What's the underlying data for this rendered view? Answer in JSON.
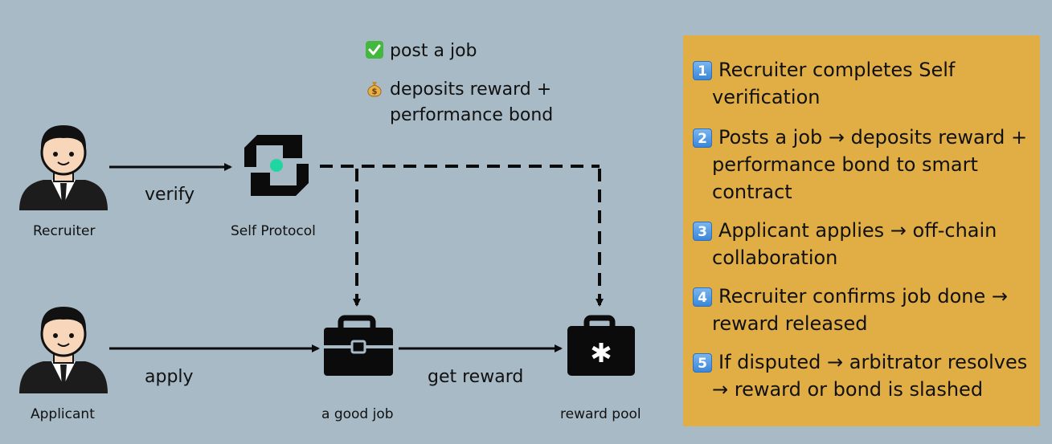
{
  "colors": {
    "background": "#a7bac6",
    "panel": "#e0ae45",
    "accent": "#1fd6a0",
    "ink": "#0b0b0b"
  },
  "nodes": {
    "recruiter": "Recruiter",
    "applicant": "Applicant",
    "self_protocol": "Self Protocol",
    "good_job": "a good job",
    "reward_pool": "reward pool"
  },
  "edges": {
    "verify": "verify",
    "apply": "apply",
    "get_reward": "get reward"
  },
  "notes": {
    "post_job": "post a job",
    "deposit_line1": "deposits reward +",
    "deposit_line2": "performance bond",
    "post_job_icon": "check-mark-icon",
    "deposit_icon": "money-bag-icon"
  },
  "steps": [
    {
      "num": "1",
      "line1": "Recruiter completes Self",
      "line2": "verification",
      "line3": ""
    },
    {
      "num": "2",
      "line1": "Posts a job → deposits reward +",
      "line2": "performance bond to smart",
      "line3": "contract"
    },
    {
      "num": "3",
      "line1": "Applicant applies → off-chain",
      "line2": "collaboration",
      "line3": ""
    },
    {
      "num": "4",
      "line1": "Recruiter confirms job done →",
      "line2": "reward released",
      "line3": ""
    },
    {
      "num": "5",
      "line1": "If disputed → arbitrator resolves",
      "line2": "→ reward or bond is slashed",
      "line3": ""
    }
  ]
}
